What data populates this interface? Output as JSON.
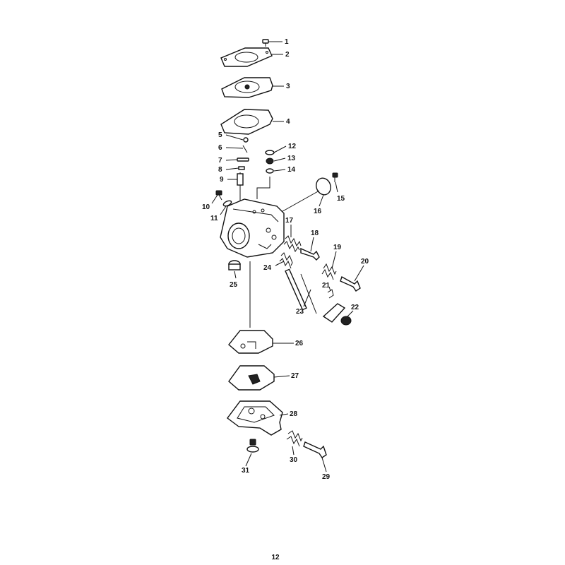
{
  "page_number": "12",
  "callouts": [
    {
      "id": 1,
      "label": "1"
    },
    {
      "id": 2,
      "label": "2"
    },
    {
      "id": 3,
      "label": "3"
    },
    {
      "id": 4,
      "label": "4"
    },
    {
      "id": 5,
      "label": "5"
    },
    {
      "id": 6,
      "label": "6"
    },
    {
      "id": 7,
      "label": "7"
    },
    {
      "id": 8,
      "label": "8"
    },
    {
      "id": 9,
      "label": "9"
    },
    {
      "id": 10,
      "label": "10"
    },
    {
      "id": 11,
      "label": "11"
    },
    {
      "id": 12,
      "label": "12"
    },
    {
      "id": 13,
      "label": "13"
    },
    {
      "id": 14,
      "label": "14"
    },
    {
      "id": 15,
      "label": "15"
    },
    {
      "id": 16,
      "label": "16"
    },
    {
      "id": 17,
      "label": "17"
    },
    {
      "id": 18,
      "label": "18"
    },
    {
      "id": 19,
      "label": "19"
    },
    {
      "id": 20,
      "label": "20"
    },
    {
      "id": 21,
      "label": "21"
    },
    {
      "id": 22,
      "label": "22"
    },
    {
      "id": 23,
      "label": "23"
    },
    {
      "id": 24,
      "label": "24"
    },
    {
      "id": 25,
      "label": "25"
    },
    {
      "id": 26,
      "label": "26"
    },
    {
      "id": 27,
      "label": "27"
    },
    {
      "id": 28,
      "label": "28"
    },
    {
      "id": 29,
      "label": "29"
    },
    {
      "id": 30,
      "label": "30"
    },
    {
      "id": 31,
      "label": "31"
    }
  ]
}
